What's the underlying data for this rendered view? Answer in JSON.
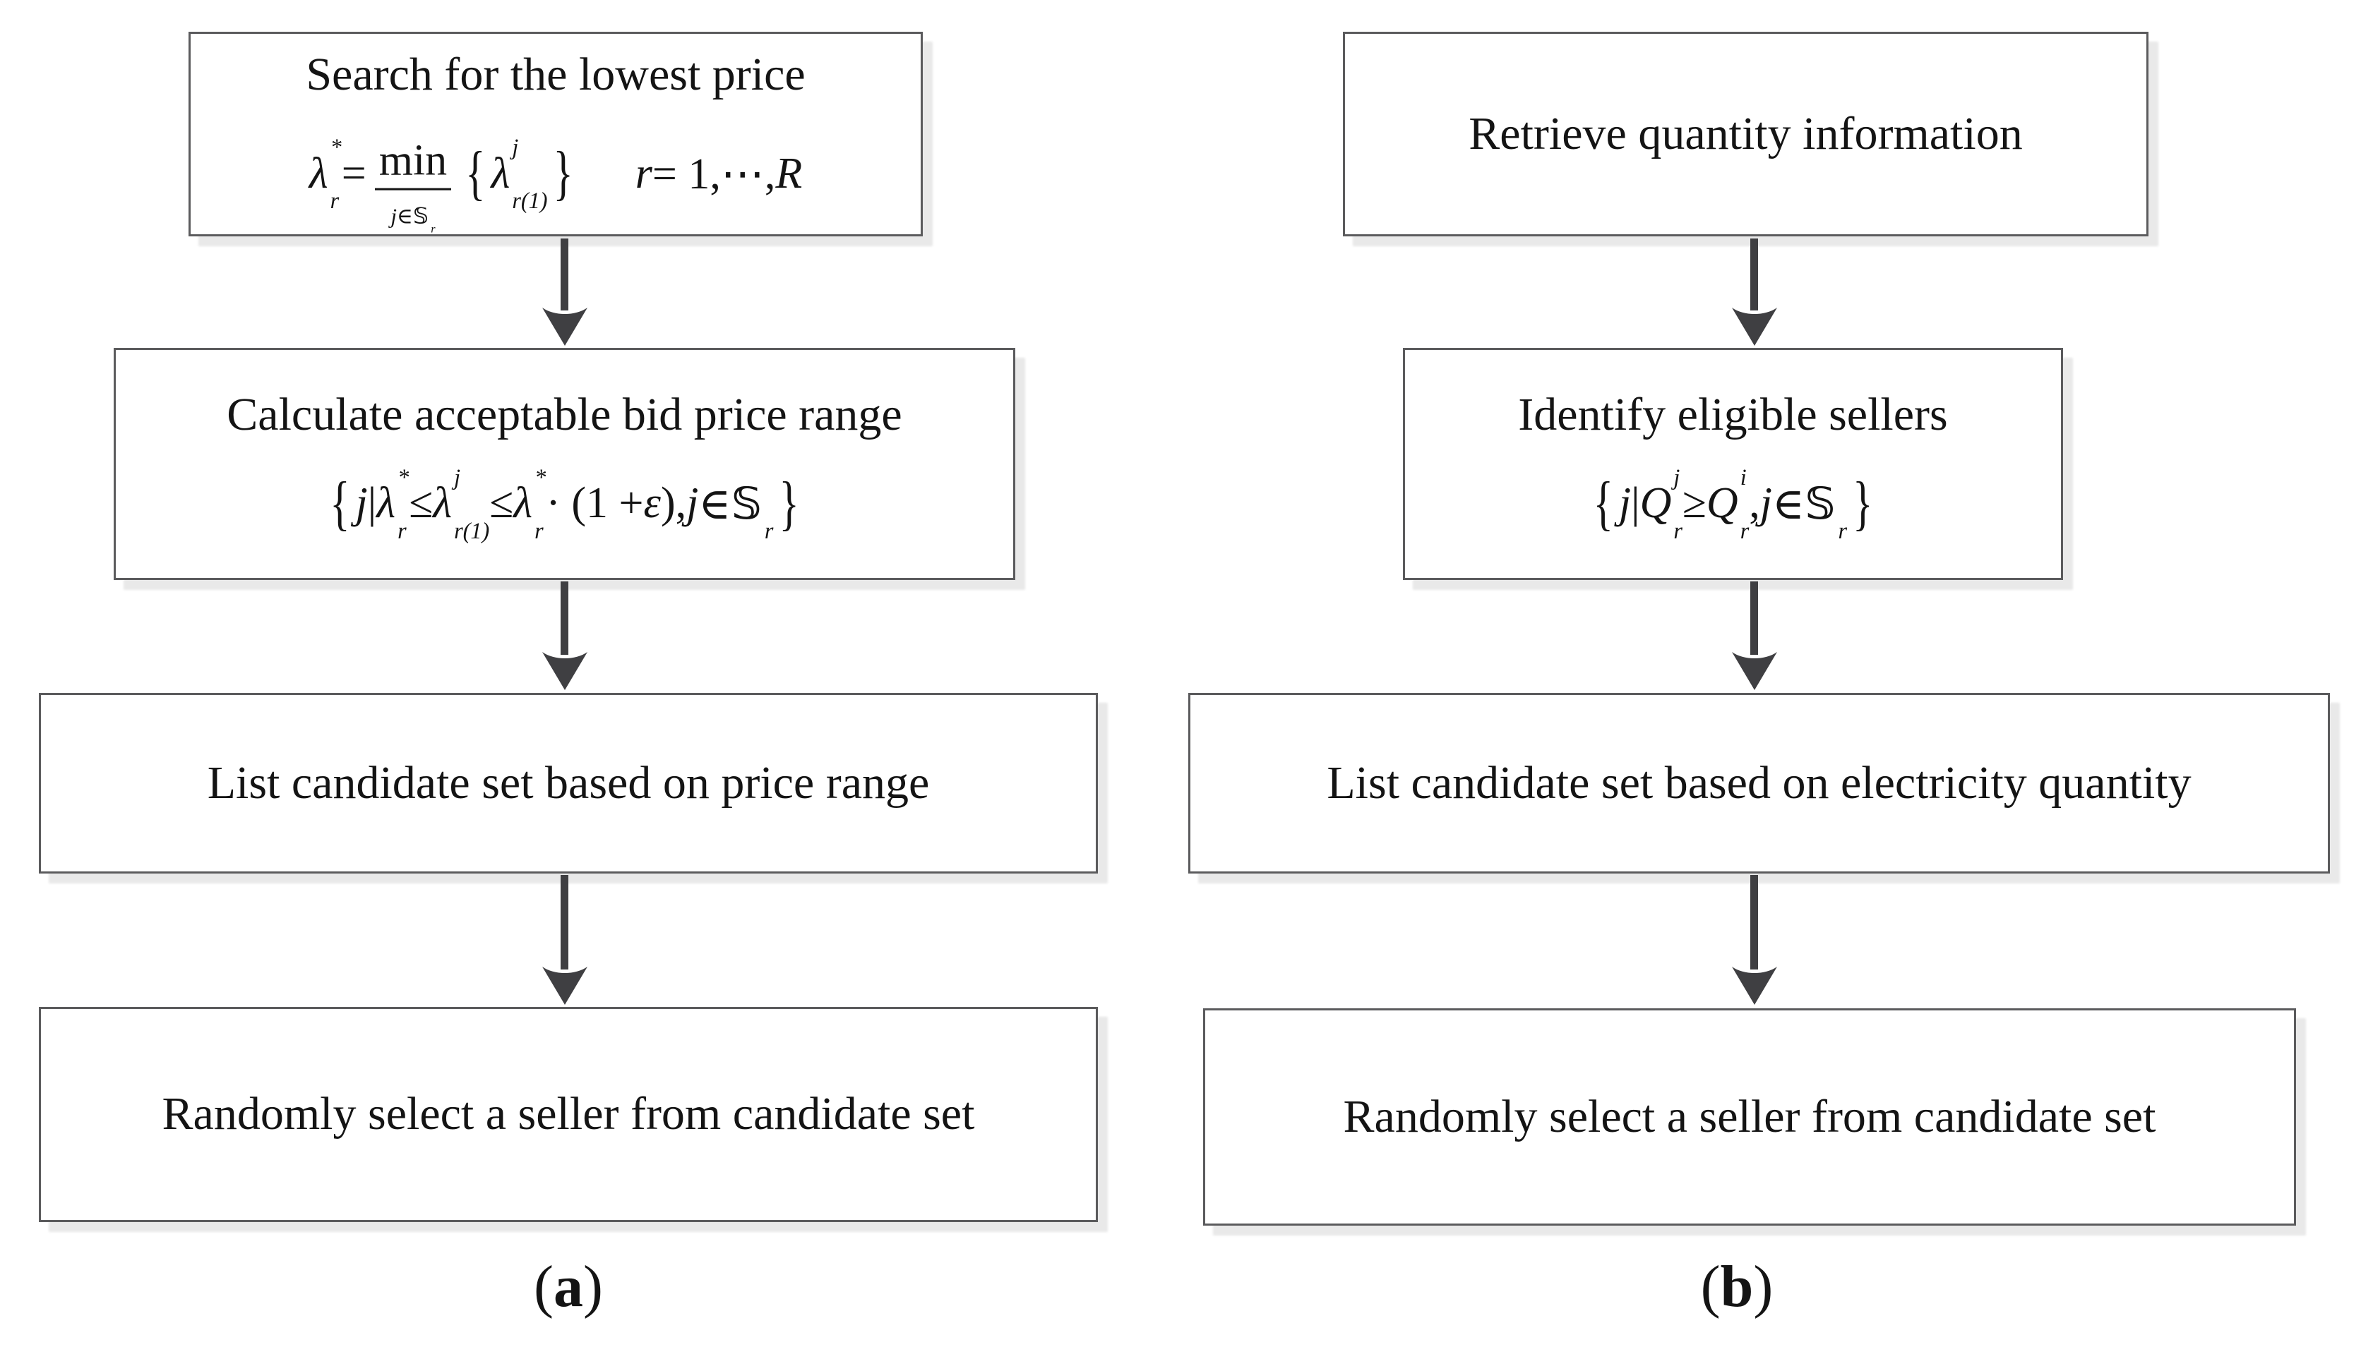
{
  "figure": {
    "colors": {
      "border": "#5b5b5d",
      "arrow": "#3f3f42",
      "shadow": "#e9e9e9",
      "text": "#141414",
      "background": "#ffffff"
    },
    "panels": [
      {
        "caption": {
          "open": "(",
          "letter": "a",
          "close": ")"
        },
        "boxes": [
          {
            "title": "Search for the lowest price",
            "formula": [
              {
                "t": "ss",
                "base": "λ",
                "it": 1,
                "sup": "*",
                "sub": "r"
              },
              {
                "t": "t",
                "v": " = "
              },
              {
                "t": "un",
                "top": "min",
                "bot": [
                  {
                    "t": "i",
                    "v": "j"
                  },
                  {
                    "t": "t",
                    "v": "∈"
                  },
                  {
                    "t": "ss",
                    "base": "𝕊",
                    "bb": 1,
                    "sub": "r"
                  }
                ]
              },
              {
                "t": "g",
                "v": "{"
              },
              {
                "t": "ss",
                "base": "λ",
                "it": 1,
                "sup": "j",
                "sub": "r(1)"
              },
              {
                "t": "g",
                "v": "}"
              },
              {
                "t": "sp",
                "w": 80
              },
              {
                "t": "i",
                "v": "r"
              },
              {
                "t": "t",
                "v": " = 1,⋯, "
              },
              {
                "t": "i",
                "v": "R"
              }
            ]
          },
          {
            "title": "Calculate acceptable bid price range",
            "formula": [
              {
                "t": "g",
                "v": "{"
              },
              {
                "t": "i",
                "v": "j"
              },
              {
                "t": "t",
                "v": " | "
              },
              {
                "t": "ss",
                "base": "λ",
                "it": 1,
                "sup": "*",
                "sub": "r"
              },
              {
                "t": "t",
                "v": " ≤ "
              },
              {
                "t": "ss",
                "base": "λ",
                "it": 1,
                "sup": "j",
                "sub": "r(1)"
              },
              {
                "t": "t",
                "v": " ≤ "
              },
              {
                "t": "ss",
                "base": "λ",
                "it": 1,
                "sup": "*",
                "sub": "r"
              },
              {
                "t": "t",
                "v": " · (1 + "
              },
              {
                "t": "i",
                "v": "ε"
              },
              {
                "t": "t",
                "v": "), "
              },
              {
                "t": "i",
                "v": "j"
              },
              {
                "t": "t",
                "v": " ∈ "
              },
              {
                "t": "ss",
                "base": "𝕊",
                "bb": 1,
                "sub": "r"
              },
              {
                "t": "g",
                "v": "}"
              }
            ]
          },
          {
            "title": "List candidate set based on price range"
          },
          {
            "title": "Randomly select a seller from candidate set"
          }
        ]
      },
      {
        "caption": {
          "open": "(",
          "letter": "b",
          "close": ")"
        },
        "boxes": [
          {
            "title": "Retrieve quantity information"
          },
          {
            "title": "Identify eligible sellers",
            "formula": [
              {
                "t": "g",
                "v": "{"
              },
              {
                "t": "i",
                "v": "j"
              },
              {
                "t": "t",
                "v": " | "
              },
              {
                "t": "ss",
                "base": "Q",
                "it": 1,
                "sup": "j",
                "sub": "r"
              },
              {
                "t": "t",
                "v": " ≥ "
              },
              {
                "t": "ss",
                "base": "Q",
                "it": 1,
                "sup": "i",
                "sub": "r"
              },
              {
                "t": "t",
                "v": ", "
              },
              {
                "t": "i",
                "v": "j"
              },
              {
                "t": "t",
                "v": " ∈ "
              },
              {
                "t": "ss",
                "base": "𝕊",
                "bb": 1,
                "sub": "r"
              },
              {
                "t": "g",
                "v": "}"
              }
            ]
          },
          {
            "title": "List candidate set based on electricity quantity"
          },
          {
            "title": "Randomly select a seller from candidate set"
          }
        ]
      }
    ]
  }
}
